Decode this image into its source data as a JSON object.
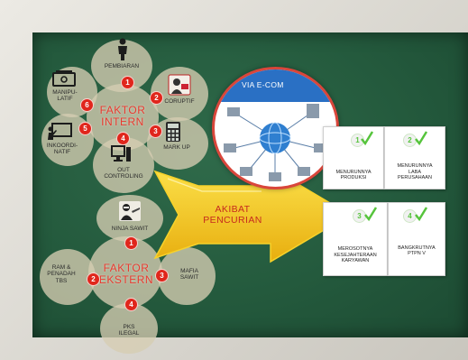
{
  "internal": {
    "hub_label": "FAKTOR\nINTERN",
    "nodes": [
      {
        "number": "1",
        "label": "PEMBIARAN",
        "icon": "person-icon"
      },
      {
        "number": "2",
        "label": "CORUPTIF",
        "icon": "thief-icon"
      },
      {
        "number": "3",
        "label": "MARK UP",
        "icon": "calculator-icon"
      },
      {
        "number": "4",
        "label": "OUT\nCONTROLING",
        "icon": "monitor-icon"
      },
      {
        "number": "5",
        "label": "INKOORDI-\nNATIF",
        "icon": "presentation-icon"
      },
      {
        "number": "6",
        "label": "MANIPU-\nLATIF",
        "icon": "cash-icon"
      }
    ]
  },
  "external": {
    "hub_label": "FAKTOR\nEKSTERN",
    "nodes": [
      {
        "number": "1",
        "label": "NINJA SAWIT",
        "icon": "ninja-icon"
      },
      {
        "number": "2",
        "label": "RAM &\nPENADAH\nTBS"
      },
      {
        "number": "3",
        "label": "MAFIA\nSAWIT"
      },
      {
        "number": "4",
        "label": "PKS\nILEGAL"
      }
    ]
  },
  "via": {
    "title": "VIA E-COM"
  },
  "arrow": {
    "label": "AKIBAT\nPENCURIAN"
  },
  "results": [
    {
      "number": "1",
      "text": "MENURUNNYA\nPRODUKSI"
    },
    {
      "number": "2",
      "text": "MENURUNNYA\nLABA\nPERUSAHAAN"
    },
    {
      "number": "3",
      "text": "MEROSOTNYA\nKESEJAHTERAAN\nKARYAWAN"
    },
    {
      "number": "4",
      "text": "BANGKRUTNYA\nPTPN V"
    }
  ],
  "colors": {
    "board": "#245a3d",
    "badge": "#e0261c",
    "hub_text": "#e8392e",
    "arrow": "#f2c21a",
    "check": "#56c43c",
    "globe": "#2a70c4"
  }
}
